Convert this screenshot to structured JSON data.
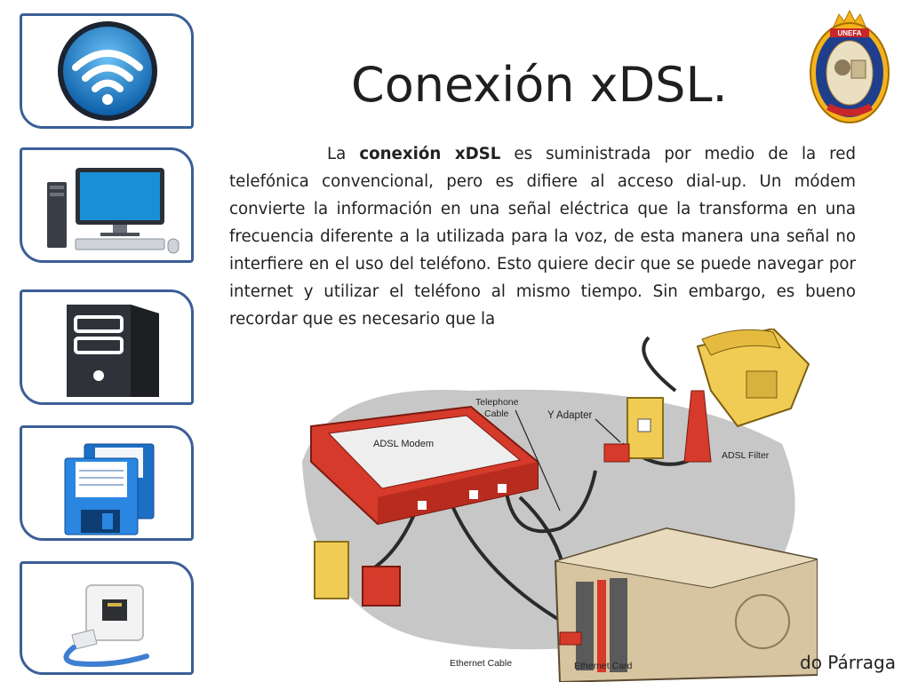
{
  "slide": {
    "title": "Conexión xDSL.",
    "paragraph": {
      "lead": "La ",
      "bold": "conexión xDSL",
      "rest": " es suministrada por medio de la red telefónica convencional, pero es difiere al acceso dial-up. Un módem convierte la información en una señal eléctrica que la transforma en una frecuencia diferente a la utilizada para la voz, de esta manera una señal no interfiere en el uso del teléfono. Esto quiere decir que se puede navegar por internet y utilizar el teléfono al mismo tiempo. Sin embargo, es bueno recordar que es necesario que la"
    },
    "footer": "do Párraga"
  },
  "logo": {
    "banner": "UNEFA"
  },
  "sidebar": {
    "tiles": [
      {
        "icon": "wifi-icon"
      },
      {
        "icon": "desktop-computer-icon"
      },
      {
        "icon": "server-tower-icon"
      },
      {
        "icon": "floppy-disks-icon"
      },
      {
        "icon": "ethernet-port-icon"
      }
    ]
  },
  "diagram": {
    "labels": {
      "modem": "ADSL Modem",
      "telephone_cable": "Telephone Cable",
      "telephone_cable_l1": "Telephone",
      "telephone_cable_l2": "Cable",
      "y_adapter": "Y Adapter",
      "adsl_filter": "ADSL Filter",
      "ethernet_cable": "Ethernet Cable",
      "ethernet_card": "Ethernet Card"
    }
  },
  "colors": {
    "tile_border": "#3b5f96",
    "modem_red": "#d63a2a",
    "phone_yellow": "#f0cc55",
    "wifi_blue": "#1e88d6"
  }
}
